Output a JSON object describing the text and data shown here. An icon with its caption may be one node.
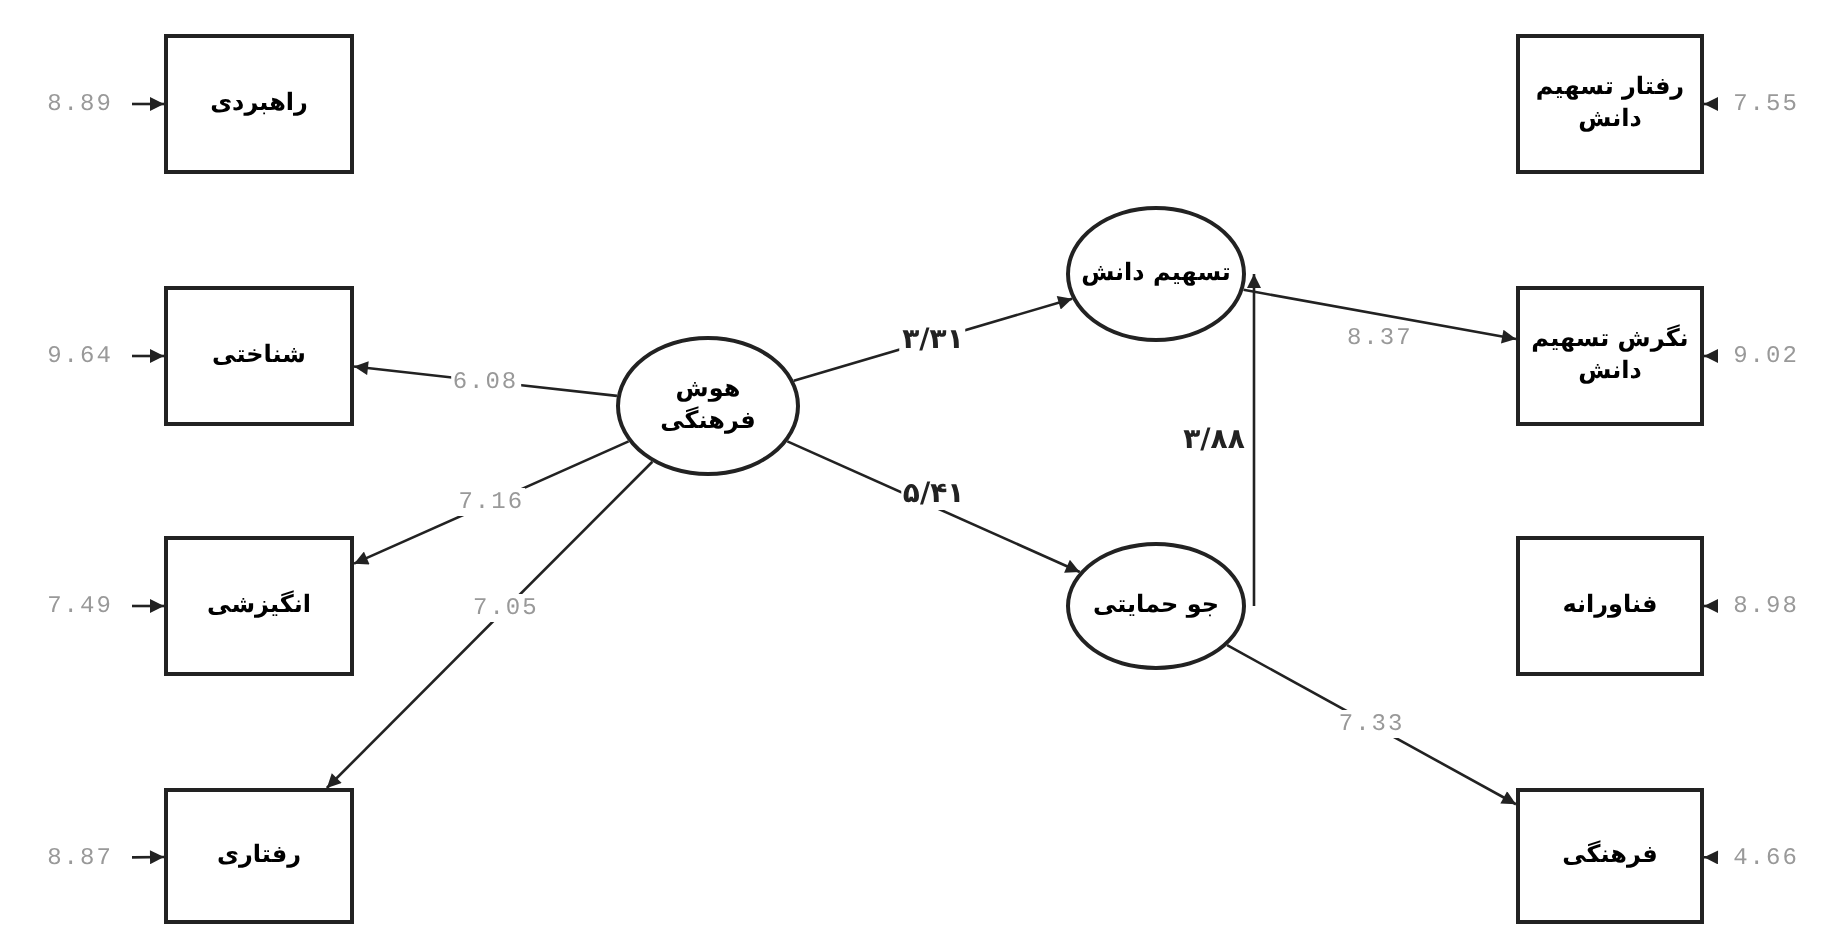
{
  "diagram": {
    "nodes": [
      {
        "text": [
          "راهبردی"
        ]
      },
      {
        "text": [
          "شناختی"
        ]
      },
      {
        "text": [
          "انگیزشی"
        ]
      },
      {
        "text": [
          "رفتاری"
        ]
      },
      {
        "text": [
          "هوش فرهنگی"
        ]
      },
      {
        "text": [
          "تسهیم دانش"
        ]
      },
      {
        "text": [
          "جو حمایتی"
        ]
      },
      {
        "text": [
          "رفتار تسهیم دانش"
        ]
      },
      {
        "text": [
          "نگرش تسهیم دانش"
        ]
      },
      {
        "text": [
          "فناورانه"
        ]
      },
      {
        "text": [
          "فرهنگی"
        ]
      },
      {
        "text": [
          "8.89"
        ]
      },
      {
        "text": [
          "9.64"
        ]
      },
      {
        "text": [
          "7.49"
        ]
      },
      {
        "text": [
          "8.87"
        ]
      },
      {
        "text": [
          "7.55"
        ]
      },
      {
        "text": [
          "9.02"
        ]
      },
      {
        "text": [
          "8.98"
        ]
      },
      {
        "text": [
          "4.66"
        ]
      }
    ],
    "edges": [
      {
        "from": 4,
        "to": 1,
        "arrow": "to",
        "label": "6.08"
      },
      {
        "from": 4,
        "to": 2,
        "arrow": "to",
        "label": "7.16"
      },
      {
        "from": 4,
        "to": 3,
        "arrow": "to",
        "label": "7.05"
      },
      {
        "from": 4,
        "to": 5,
        "arrow": "to",
        "label": "۳/۳۱"
      },
      {
        "from": 4,
        "to": 6,
        "arrow": "to",
        "label": "۵/۴۱"
      },
      {
        "from": 6,
        "to": 5,
        "arrow": "to",
        "label": "۳/۸۸"
      },
      {
        "from": 5,
        "to": 8,
        "arrow": "to",
        "label": "8.37"
      },
      {
        "from": 6,
        "to": 10,
        "arrow": "to",
        "label": "7.33"
      },
      {
        "from": 11,
        "to": 0,
        "arrow": "to"
      },
      {
        "from": 12,
        "to": 1,
        "arrow": "to"
      },
      {
        "from": 13,
        "to": 2,
        "arrow": "to"
      },
      {
        "from": 14,
        "to": 3,
        "arrow": "to"
      },
      {
        "from": 15,
        "to": 7,
        "arrow": "to"
      },
      {
        "from": 16,
        "to": 8,
        "arrow": "to"
      },
      {
        "from": 17,
        "to": 9,
        "arrow": "to"
      },
      {
        "from": 18,
        "to": 10,
        "arrow": "to"
      }
    ]
  }
}
